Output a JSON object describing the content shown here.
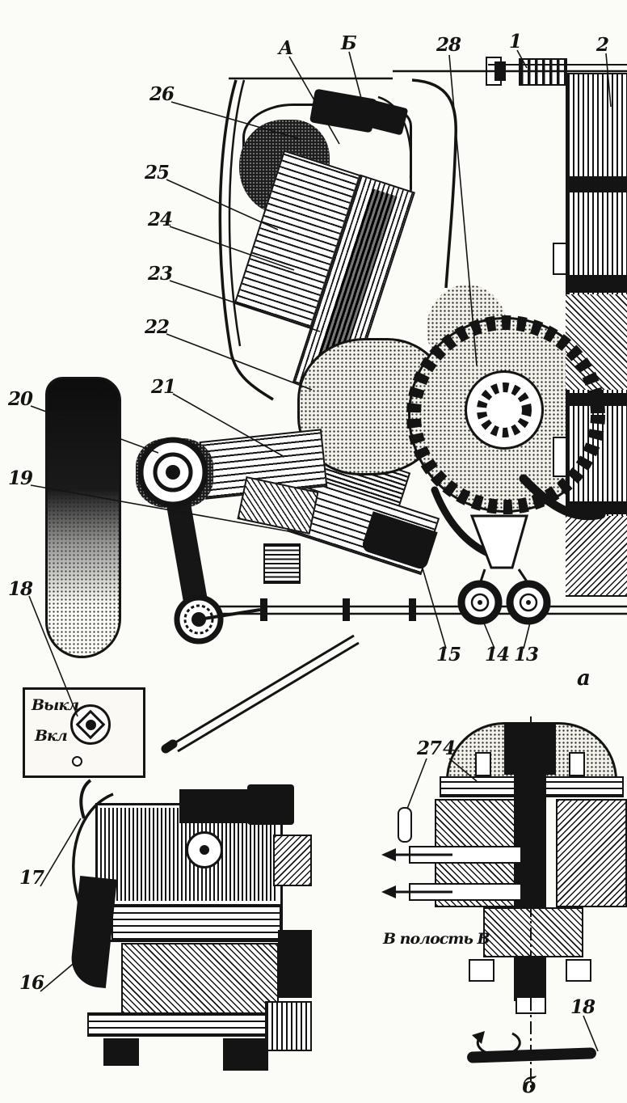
{
  "figure": {
    "language": "ru",
    "type": "technical-cross-section-drawing",
    "callouts": [
      {
        "id": "A",
        "label": "A"
      },
      {
        "id": "B",
        "label": "Б"
      },
      {
        "id": "28",
        "label": "28"
      },
      {
        "id": "1",
        "label": "1"
      },
      {
        "id": "2",
        "label": "2"
      },
      {
        "id": "26",
        "label": "26"
      },
      {
        "id": "25",
        "label": "25"
      },
      {
        "id": "24",
        "label": "24"
      },
      {
        "id": "23",
        "label": "23"
      },
      {
        "id": "22",
        "label": "22"
      },
      {
        "id": "21",
        "label": "21"
      },
      {
        "id": "20",
        "label": "20"
      },
      {
        "id": "19",
        "label": "19"
      },
      {
        "id": "18",
        "label": "18"
      },
      {
        "id": "15",
        "label": "15"
      },
      {
        "id": "14",
        "label": "14"
      },
      {
        "id": "13",
        "label": "13"
      },
      {
        "id": "27",
        "label": "27"
      },
      {
        "id": "4",
        "label": "4"
      },
      {
        "id": "17",
        "label": "17"
      },
      {
        "id": "16",
        "label": "16"
      },
      {
        "id": "18b",
        "label": "18"
      }
    ],
    "view_labels": {
      "main": "a",
      "bottom": "б"
    },
    "switch_panel": {
      "off": "Выкл",
      "on": "Вкл"
    },
    "notes": {
      "cavity": "В полость В"
    }
  }
}
